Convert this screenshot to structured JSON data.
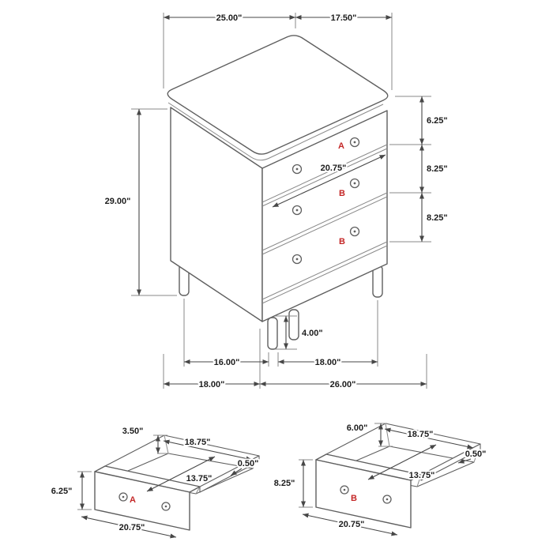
{
  "colors": {
    "accent_red": "#c42727",
    "line": "#5f5f5f"
  },
  "main": {
    "top_width": "25.00\"",
    "top_depth": "17.50\"",
    "overall_height": "29.00\"",
    "drawer_a_height": "6.25\"",
    "drawer_b1_height": "8.25\"",
    "drawer_b2_height": "8.25\"",
    "drawer_front_width": "20.75\"",
    "drawer_a_label": "A",
    "drawer_b1_label": "B",
    "drawer_b2_label": "B",
    "leg_height": "4.00\"",
    "leg_span_side": "16.00\"",
    "leg_span_front": "18.00\"",
    "overall_depth": "18.00\"",
    "overall_width": "26.00\""
  },
  "drawer_a": {
    "label": "A",
    "back_height": "3.50\"",
    "inner_width": "18.75\"",
    "front_height": "6.25\"",
    "wall_thickness": "0.50\"",
    "inner_depth": "13.75\"",
    "outer_width": "20.75\""
  },
  "drawer_b": {
    "label": "B",
    "back_height": "6.00\"",
    "inner_width": "18.75\"",
    "front_height": "8.25\"",
    "wall_thickness": "0.50\"",
    "inner_depth": "13.75\"",
    "outer_width": "20.75\""
  }
}
